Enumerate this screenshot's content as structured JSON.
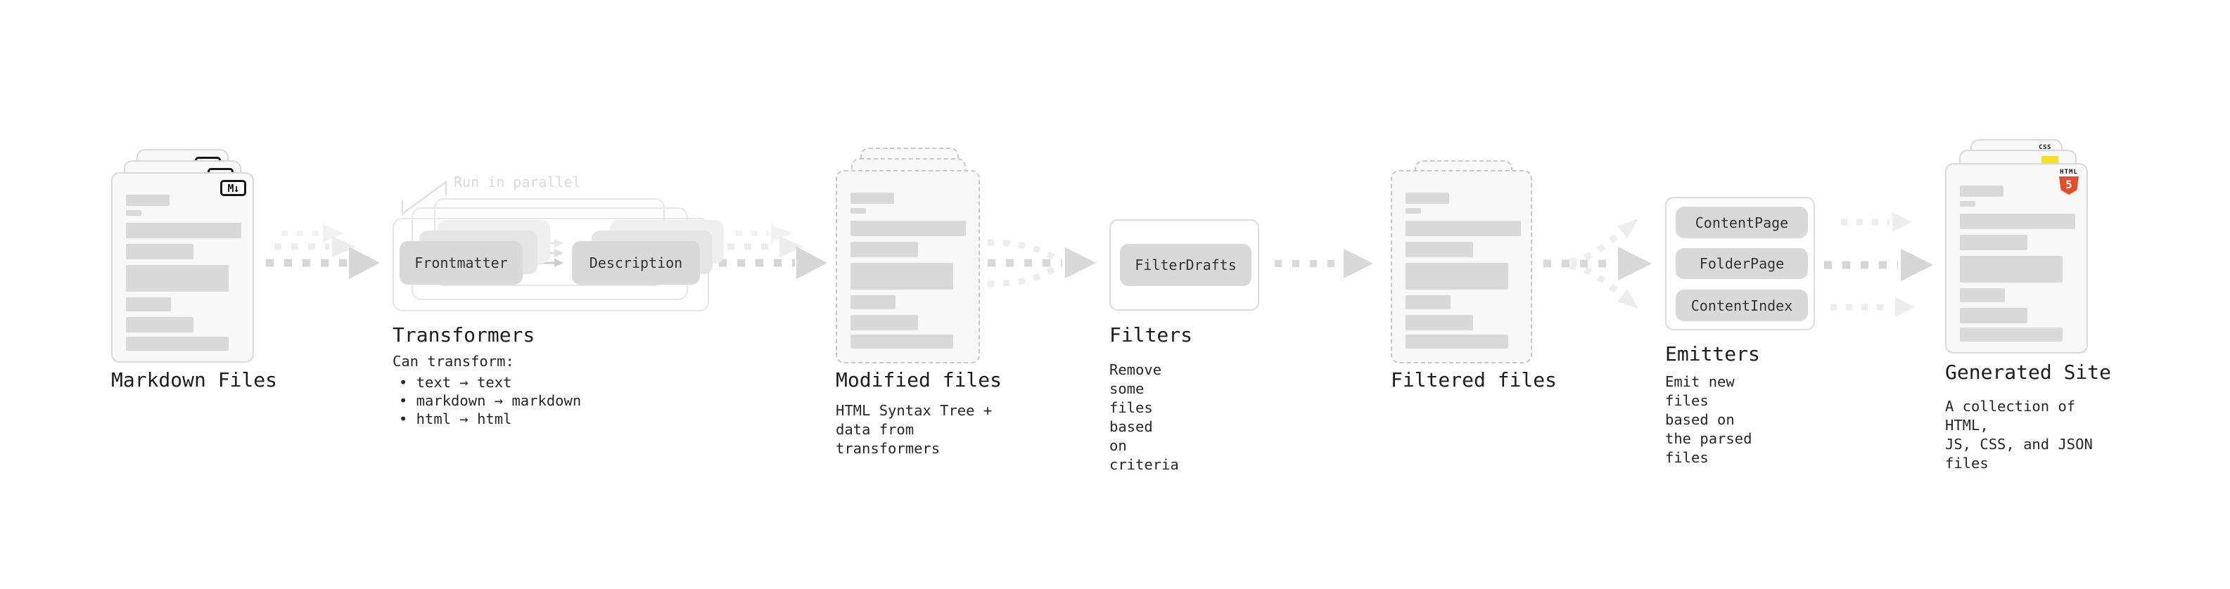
{
  "colors": {
    "accent_orange": "#e44d26",
    "accent_yellow": "#f7df1e",
    "accent_blue": "#2965f1",
    "card_fill": "#f8f8f8",
    "placeholder_bar": "#d9d9d9",
    "pill_fill": "#d9d9d9",
    "arrow_main": "#d6d6d6",
    "arrow_light": "#ededed",
    "text_dark": "#1d1d1d"
  },
  "stages": {
    "markdown_files": {
      "title": "Markdown Files",
      "badge": "M↓"
    },
    "transformers": {
      "annotation": "Run in parallel",
      "pills": [
        "Frontmatter",
        "Description"
      ],
      "title": "Transformers",
      "desc_heading": "Can transform:",
      "bullets": [
        "• text → text",
        "• markdown → markdown",
        "• html → html"
      ]
    },
    "modified_files": {
      "title": "Modified files",
      "desc": "HTML Syntax Tree +\ndata from transformers"
    },
    "filters": {
      "pills": [
        "FilterDrafts"
      ],
      "title": "Filters",
      "desc": "Remove some files based\non criteria"
    },
    "filtered_files": {
      "title": "Filtered files"
    },
    "emitters": {
      "pills": [
        "ContentPage",
        "FolderPage",
        "ContentIndex"
      ],
      "title": "Emitters",
      "desc": "Emit new files based on\nthe parsed files"
    },
    "generated_site": {
      "title": "Generated Site",
      "desc": "A collection of HTML,\nJS, CSS, and JSON files",
      "badge_css": "CSS",
      "badge_html_word": "HTML",
      "badge_html_number": "5"
    }
  }
}
